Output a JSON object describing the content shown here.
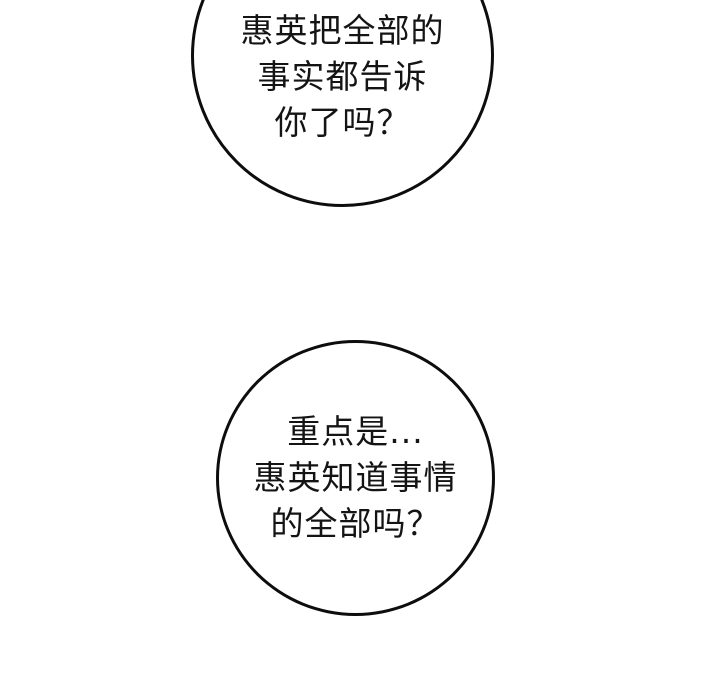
{
  "panel": {
    "background": "#ffffff",
    "bubble_border_color": "#0d0d0d"
  },
  "bubbles": [
    {
      "id": "bubble-1",
      "lines": [
        "",
        "惠英把全部的",
        "事实都告诉",
        "你了吗？"
      ]
    },
    {
      "id": "bubble-2",
      "lines": [
        "重点是...",
        "惠英知道事情",
        "的全部吗？"
      ]
    }
  ]
}
